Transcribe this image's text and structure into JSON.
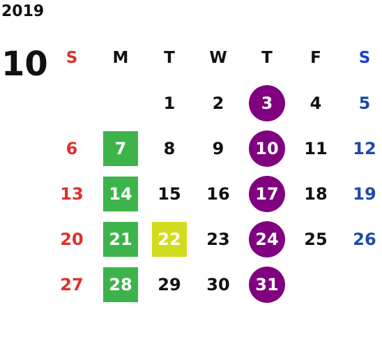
{
  "year": "2019",
  "month": "10",
  "colors": {
    "sunday": "#e0302a",
    "saturday": "#1f4aa8",
    "saturday_header": "#1a3fd8",
    "circle_purple": "#800080",
    "green_square": "#3cb44b",
    "lime_square": "#d2dc1e"
  },
  "weekdays": [
    "S",
    "M",
    "T",
    "W",
    "T",
    "F",
    "S"
  ],
  "weeks": [
    [
      {
        "d": ""
      },
      {
        "d": ""
      },
      {
        "d": "1"
      },
      {
        "d": "2"
      },
      {
        "d": "3",
        "mark": "circle"
      },
      {
        "d": "4"
      },
      {
        "d": "5"
      }
    ],
    [
      {
        "d": "6"
      },
      {
        "d": "7",
        "mark": "green"
      },
      {
        "d": "8"
      },
      {
        "d": "9"
      },
      {
        "d": "10",
        "mark": "circle"
      },
      {
        "d": "11"
      },
      {
        "d": "12"
      }
    ],
    [
      {
        "d": "13"
      },
      {
        "d": "14",
        "mark": "green"
      },
      {
        "d": "15"
      },
      {
        "d": "16"
      },
      {
        "d": "17",
        "mark": "circle"
      },
      {
        "d": "18"
      },
      {
        "d": "19"
      }
    ],
    [
      {
        "d": "20"
      },
      {
        "d": "21",
        "mark": "green"
      },
      {
        "d": "22",
        "mark": "lime"
      },
      {
        "d": "23"
      },
      {
        "d": "24",
        "mark": "circle"
      },
      {
        "d": "25"
      },
      {
        "d": "26"
      }
    ],
    [
      {
        "d": "27"
      },
      {
        "d": "28",
        "mark": "green"
      },
      {
        "d": "29"
      },
      {
        "d": "30"
      },
      {
        "d": "31",
        "mark": "circle"
      },
      {
        "d": ""
      },
      {
        "d": ""
      }
    ]
  ]
}
